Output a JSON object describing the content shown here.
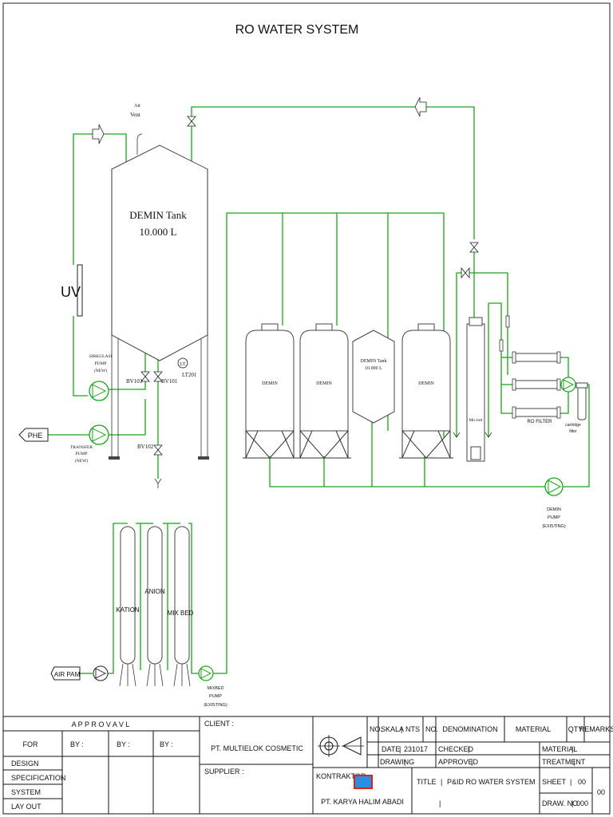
{
  "diagram": {
    "title": "RO WATER SYSTEM",
    "air_vent_label_1": "Air",
    "air_vent_label_2": "Vent",
    "demin_tank_name": "DEMIN Tank",
    "demin_tank_volume": "10.000 L",
    "uv_label": "UV",
    "sirkulasi_pump": [
      "SIRKULASI",
      "PUMP",
      "(NEW)"
    ],
    "transfer_pump": [
      "TRANSFER",
      "PUMP",
      "(NEW)"
    ],
    "phe_label": "PHE",
    "bv103": "BV103",
    "bv101": "BV101",
    "bv102": "BV102",
    "lt_symbol": "LT",
    "lt_tag": "LT201",
    "small_tank_name": "DEMIN Tank",
    "small_tank_volume": "10.000 L",
    "demin_vessel": "DEMIN",
    "mix_bed_column": "Mix bed",
    "ro_filter": "RO FILTER",
    "cartridge_filter": [
      "cartridge",
      "filter"
    ],
    "demin_pump": [
      "DEMIN",
      "PUMP",
      "(EXISTING)"
    ],
    "kation": "KATION",
    "anion": "ANION",
    "mix_bed": "MIX BED",
    "air_pam": "AIR PAM",
    "mixbed_pump": [
      "MIXBED",
      "PUMP",
      "(EXISTING)"
    ]
  },
  "title_block": {
    "approval_header": "A P P R O V A V L",
    "for": "FOR",
    "by1": "BY :",
    "by2": "BY :",
    "by3": "BY :",
    "rows": [
      "DESIGN",
      "SPECIFICATION",
      "SYSTEM",
      "LAY OUT"
    ],
    "client_label": "CLIENT :",
    "client_name": "PT. MULTIELOK COSMETIC",
    "supplier_label": "SUPPLIER :",
    "kontraktor_label": "KONTRAKTOR :",
    "kontraktor_name": "PT. KARYA HALIM ABADI",
    "no1": "NO.",
    "skala": "SKALA",
    "skala_val": "NTS",
    "no2": "NO.",
    "denomination": "DENOMINATION",
    "material_hdr": "MATERIAL",
    "qty": "QTY",
    "remarks": "REMARKS",
    "date_label": "DATE",
    "date_val": "231017",
    "checked": "CHECKED",
    "material_row": "MATERIAL",
    "drawing": "DRAWING",
    "approved": "APPROVED",
    "treatment": "TREATMENT",
    "title_label": "TITLE",
    "title_val": "P&ID RO WATER SYSTEM",
    "sheet_label": "SHEET",
    "sheet_val": "00",
    "drawno_label": "DRAW. NO.",
    "drawno_val": "000",
    "big_no": "00",
    "pipe_sep": "|"
  },
  "colors": {
    "pipe": "#1aa51a",
    "logo_box": "#e02020",
    "logo_fill": "#2a8fe0"
  }
}
